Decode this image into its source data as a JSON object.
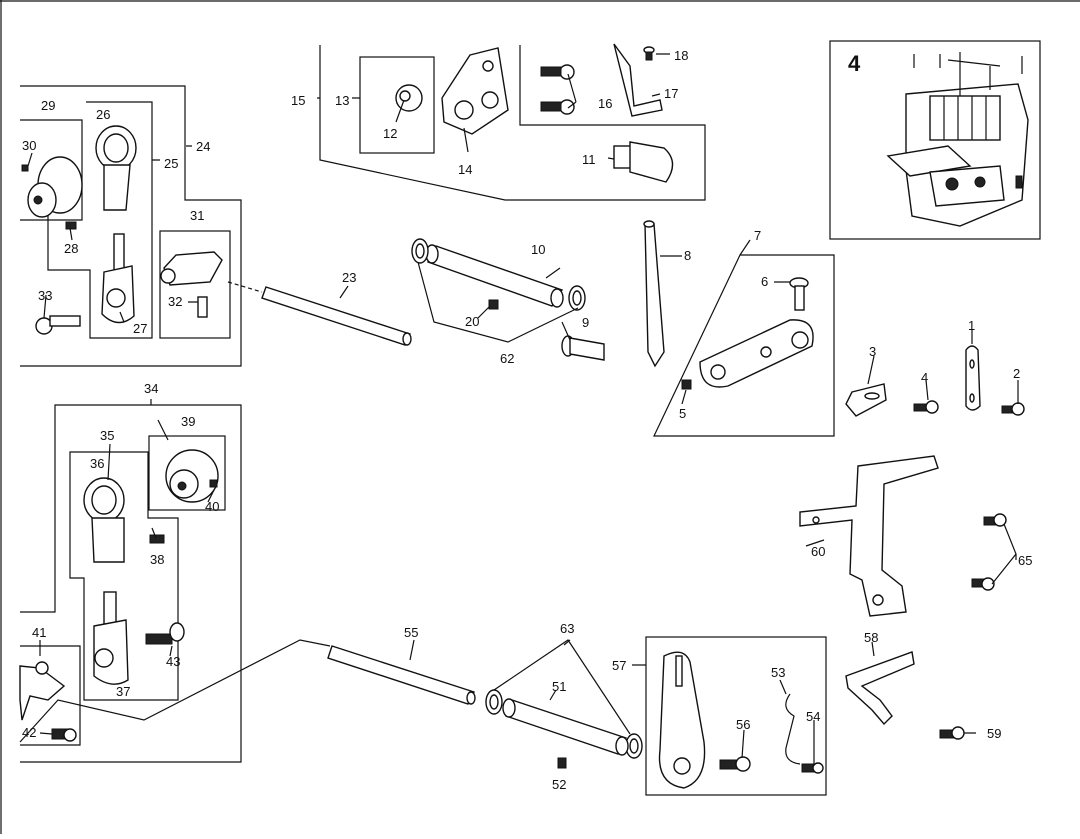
{
  "figure": {
    "number": "4"
  },
  "labels": {
    "p1": "1",
    "p2": "2",
    "p3": "3",
    "p4": "4",
    "p5": "5",
    "p6": "6",
    "p7": "7",
    "p8": "8",
    "p9": "9",
    "p10": "10",
    "p11": "11",
    "p12": "12",
    "p13": "13",
    "p14": "14",
    "p15": "15",
    "p16": "16",
    "p17": "17",
    "p18": "18",
    "p20": "20",
    "p23": "23",
    "p24": "24",
    "p25": "25",
    "p26": "26",
    "p27": "27",
    "p28": "28",
    "p29": "29",
    "p30": "30",
    "p31": "31",
    "p32": "32",
    "p33": "33",
    "p34": "34",
    "p35": "35",
    "p36": "36",
    "p37": "37",
    "p38": "38",
    "p39": "39",
    "p40": "40",
    "p41": "41",
    "p42": "42",
    "p43": "43",
    "p51": "51",
    "p52": "52",
    "p53": "53",
    "p54": "54",
    "p55": "55",
    "p56": "56",
    "p57": "57",
    "p58": "58",
    "p59": "59",
    "p60": "60",
    "p62": "62",
    "p63": "63",
    "p65": "65"
  }
}
